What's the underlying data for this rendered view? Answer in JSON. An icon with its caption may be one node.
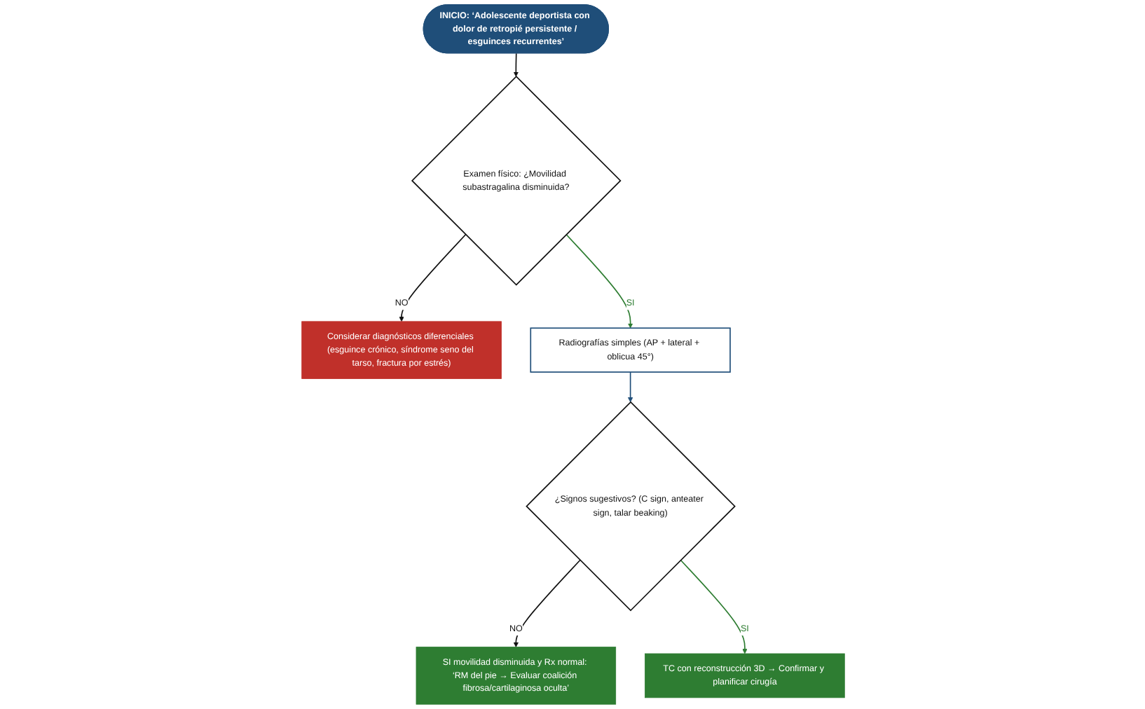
{
  "diagram": {
    "nodes": [
      {
        "text": [
          "INICIO: ‘Adolescente deportista con dolor de retropié persistente / esguinces recurrentes’"
        ]
      },
      {
        "text": [
          "Examen físico: ¿Movilidad subastragalina disminuida?"
        ]
      },
      {
        "text": [
          "Considerar diagnósticos diferenciales (esguince crónico, síndrome seno del tarso, fractura por estrés)"
        ]
      },
      {
        "text": [
          "Radiografías simples (AP + lateral + oblicua 45°)"
        ]
      },
      {
        "text": [
          "¿Signos sugestivos? (C sign, anteater sign, talar beaking)"
        ]
      },
      {
        "text": [
          "SI movilidad disminuida y Rx normal: ‘RM del pie → Evaluar coalición fibrosa/cartilaginosa oculta’"
        ]
      },
      {
        "text": [
          "TC con reconstrucción 3D → Confirmar y planificar cirugía"
        ]
      }
    ],
    "edges": [
      {
        "from": 0,
        "to": 1,
        "arrow": "to"
      },
      {
        "from": 1,
        "to": 2,
        "arrow": "to",
        "label": "NO"
      },
      {
        "from": 1,
        "to": 3,
        "arrow": "to",
        "label": "SI",
        "color": "#2e7d32"
      },
      {
        "from": 3,
        "to": 4,
        "arrow": "to",
        "color": "#1f4e79"
      },
      {
        "from": 4,
        "to": 5,
        "arrow": "to",
        "label": "NO"
      },
      {
        "from": 4,
        "to": 6,
        "arrow": "to",
        "label": "SI",
        "color": "#2e7d32"
      }
    ]
  }
}
